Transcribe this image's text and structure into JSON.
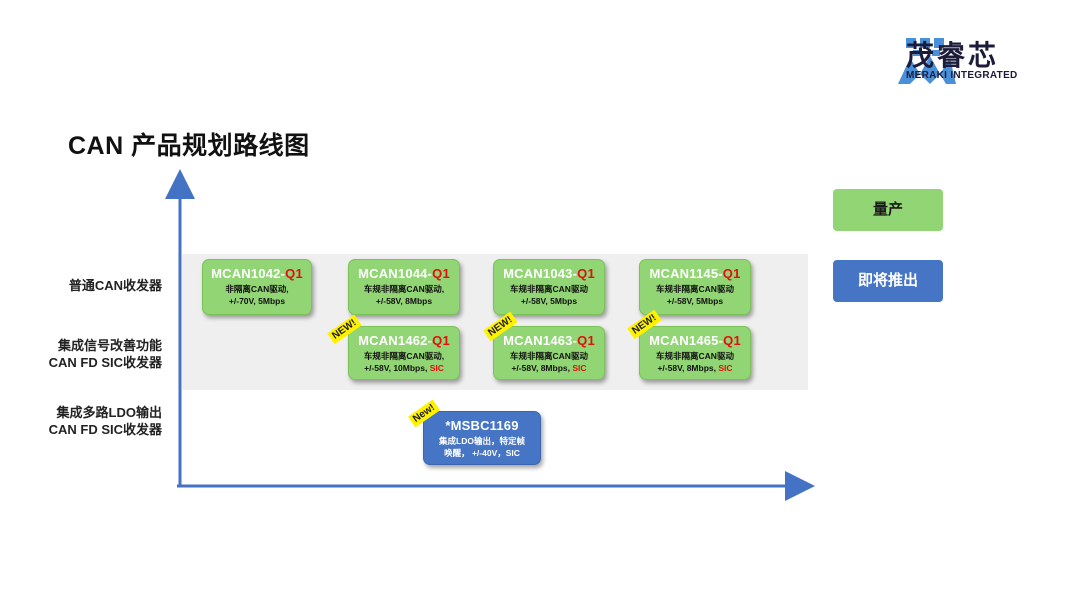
{
  "brand": {
    "name_cn": "茂睿芯",
    "name_en": "MERAKI INTEGRATED",
    "colors": {
      "blue": "#4a90d9",
      "dark": "#1c1c3a"
    }
  },
  "title": "CAN 产品规划路线图",
  "rows": [
    {
      "line1": "普通CAN收发器",
      "line2": ""
    },
    {
      "line1": "集成信号改善功能",
      "line2": "CAN FD SIC收发器"
    },
    {
      "line1": "集成多路LDO输出",
      "line2": "CAN FD SIC收发器"
    }
  ],
  "legend": {
    "mass_production": "量产",
    "coming_soon": "即将推出",
    "colors": {
      "green": "#92d574",
      "blue": "#4575c4"
    }
  },
  "new_tags": [
    "NEW!",
    "NEW!",
    "NEW!",
    "New!"
  ],
  "cards": [
    {
      "name": "MCAN1042-",
      "suffix": "Q1",
      "desc1": "非隔离CAN驱动,",
      "desc2": "+/-70V, 5Mbps",
      "sic": "",
      "status": "mass"
    },
    {
      "name": "MCAN1044-",
      "suffix": "Q1",
      "desc1": "车规非隔离CAN驱动,",
      "desc2": "+/-58V, 8Mbps",
      "sic": "",
      "status": "mass"
    },
    {
      "name": "MCAN1043-",
      "suffix": "Q1",
      "desc1": "车规非隔离CAN驱动",
      "desc2": "+/-58V, 5Mbps",
      "sic": "",
      "status": "mass"
    },
    {
      "name": "MCAN1145-",
      "suffix": "Q1",
      "desc1": "车规非隔离CAN驱动",
      "desc2": "+/-58V, 5Mbps",
      "sic": "",
      "status": "mass"
    },
    {
      "name": "MCAN1462-",
      "suffix": "Q1",
      "desc1": "车规非隔离CAN驱动,",
      "desc2": "+/-58V, 10Mbps, ",
      "sic": "SIC",
      "status": "mass"
    },
    {
      "name": "MCAN1463-",
      "suffix": "Q1",
      "desc1": "车规非隔离CAN驱动",
      "desc2": "+/-58V, 8Mbps, ",
      "sic": "SIC",
      "status": "mass"
    },
    {
      "name": "MCAN1465-",
      "suffix": "Q1",
      "desc1": "车规非隔离CAN驱动",
      "desc2": "+/-58V, 8Mbps, ",
      "sic": "SIC",
      "status": "mass"
    },
    {
      "name": "*MSBC1169",
      "suffix": "",
      "desc1": "集成LDO输出，特定帧",
      "desc2": "唤醒，  +/-40V，SIC",
      "sic": "",
      "status": "soon"
    }
  ]
}
